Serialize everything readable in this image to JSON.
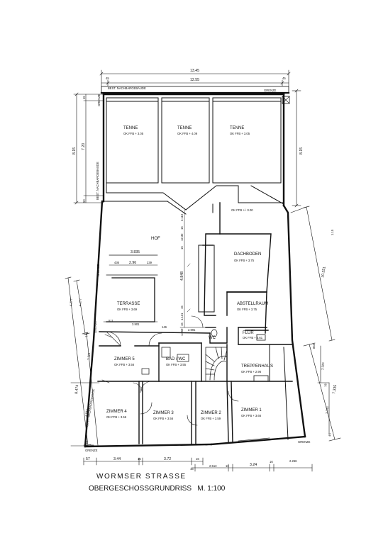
{
  "rooms": [
    {
      "id": "tenne-1",
      "name": "TENNE",
      "level": "OK FFB + 3.05"
    },
    {
      "id": "tenne-2",
      "name": "TENNE",
      "level": "OK FFB + 4.09"
    },
    {
      "id": "tenne-3",
      "name": "TENNE",
      "level": "OK FFB + 3.05"
    },
    {
      "id": "hof",
      "name": "HOF",
      "level": ""
    },
    {
      "id": "dachboden",
      "name": "DACHBODEN",
      "level": "OK FFB + 3.75"
    },
    {
      "id": "terrasse",
      "name": "TERRASSE",
      "level": "OK FFB + 3.69"
    },
    {
      "id": "abstellraum",
      "name": "ABSTELLRAUM",
      "level": "OK FFB + 3.75"
    },
    {
      "id": "wc",
      "name": "WC",
      "level": ""
    },
    {
      "id": "flur",
      "name": "FLUR",
      "level": "OK FFB + 3.61"
    },
    {
      "id": "zimmer-5",
      "name": "ZIMMER 5",
      "level": "OK FFB + 3.56"
    },
    {
      "id": "bad-wc",
      "name": "BAD / WC",
      "level": "OK FFB + 3.55"
    },
    {
      "id": "treppenhaus",
      "name": "TREPPENHAUS",
      "level": "OK FFB + 2.96"
    },
    {
      "id": "zimmer-4",
      "name": "ZIMMER 4",
      "level": "OK FFB + 3.56"
    },
    {
      "id": "zimmer-3",
      "name": "ZIMMER 3",
      "level": "OK FFB + 3.56"
    },
    {
      "id": "zimmer-2",
      "name": "ZIMMER 2",
      "level": "OK FFB + 3.59"
    },
    {
      "id": "zimmer-1",
      "name": "ZIMMER 1",
      "level": "OK FFB + 3.66"
    }
  ],
  "misc_labels": {
    "okffb_small": "OK FFB +/- 0.00",
    "best_top": "BEST. NACHBARGEBÄUDE",
    "best_left_upper": "BEST. NACHBARGEBÄUDE",
    "best_left_lower": "BEST. NACHBARGEBÄUDE",
    "grenze_top": "GRENZE",
    "grenze_left_top": "GRENZE",
    "grenze_left_mid": "GRENZE",
    "grenze_left_low": "GRENZE",
    "grenze_bottom_left": "GRENZE",
    "grenze_bottom_right": "GRENZE"
  },
  "dimensions": {
    "top_total": "13.45",
    "top_inner": "12.55",
    "top_left_45": "45",
    "top_right_45": "45",
    "left_outer_upper": "8.15",
    "left_inner_upper": "7.20",
    "left_upper_45": "45",
    "left_upper_50": "50",
    "right_upper": "8.15",
    "right_total": "10.251",
    "right_115": "1.15",
    "hof_3835": "3.835",
    "hof_436": "436",
    "hof_296": "2.96",
    "hof_239": "239",
    "hof_2110": "2.110",
    "hof_15a": "15",
    "hof_1230": "12.30",
    "hof_15b": "15",
    "hof_4848": "4.848",
    "hof_15c": "15",
    "hof_1131": "1.131",
    "hof_16a": "16",
    "hof_1069": "1.069",
    "left_4277": "4.277",
    "left_4177": "4.177",
    "terrace_511": "511",
    "terrace_3901": "3.901",
    "terrace_146": "146",
    "terrace_2991": "2.991",
    "left_141": "141",
    "left_3321": "3.321",
    "left_8474": "8.474",
    "left_4833": "4.833",
    "left_89": "89",
    "right_845": "845",
    "right_2323": "2.323",
    "right_7335": "7.335",
    "right_16": "16",
    "right_3743": "3.743",
    "right_45": "45",
    "bottom_57": "57",
    "bottom_344": "3.44",
    "bottom_15a": "15",
    "bottom_372": "3.72",
    "bottom_16a": "16",
    "bottom_16b": "16",
    "bottom_2513": "2.513",
    "bottom_16c": "16",
    "bottom_324": "3.24",
    "bottom_16d": "16",
    "bottom_2266": "2.266"
  },
  "street": "WORMSER STRASSE",
  "title": "OBERGESCHOSSGRUNDRISS   M. 1:100"
}
